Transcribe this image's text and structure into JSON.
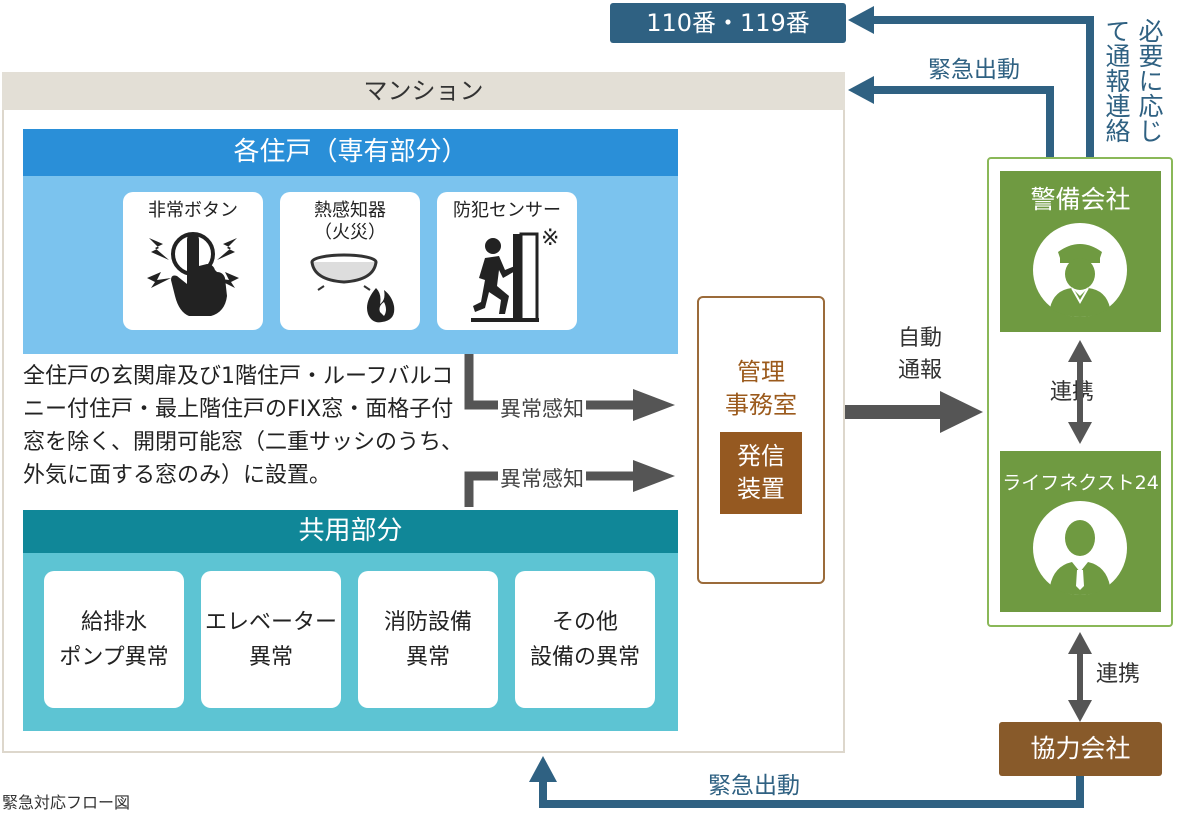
{
  "mansion": {
    "title": "マンション"
  },
  "private_area": {
    "title": "各住戸（専有部分）",
    "devices": [
      {
        "label": "非常ボタン",
        "icon": "emergency-button-icon"
      },
      {
        "label": "熱感知器\n（火災）",
        "icon": "heat-detector-icon"
      },
      {
        "label": "防犯センサー",
        "icon": "security-sensor-icon",
        "mark": "※"
      }
    ],
    "note": "全住戸の玄関扉及び1階住戸・ルーフバルコニー付住戸・最上階住戸のFIX窓・面格子付窓を除く、開閉可能窓（二重サッシのうち、外気に面する窓のみ）に設置。"
  },
  "common_area": {
    "title": "共用部分",
    "items": [
      {
        "label": "給排水\nポンプ異常"
      },
      {
        "label": "エレベーター\n異常"
      },
      {
        "label": "消防設備\n異常"
      },
      {
        "label": "その他\n設備の異常"
      }
    ]
  },
  "detect_labels": [
    "異常感知",
    "異常感知"
  ],
  "management": {
    "title": "管理\n事務室",
    "device": "発信\n装置"
  },
  "auto_report": "自動\n通報",
  "security_company": {
    "title": "警備会社",
    "icon": "security-guard-icon"
  },
  "lifenext": {
    "title": "ライフネクスト24",
    "icon": "operator-person-icon"
  },
  "renkei_labels": [
    "連携",
    "連携"
  ],
  "partner": {
    "title": "協力会社"
  },
  "police_fire": {
    "title": "110番・119番"
  },
  "emergency_dispatch": [
    "緊急出動",
    "緊急出動"
  ],
  "contact_note": "必要に応じて通報連絡",
  "caption": "緊急対応フロー図",
  "colors": {
    "private_header": "#2a8fd8",
    "private_body": "#7bc3ee",
    "common_header": "#108798",
    "common_body": "#5dc4d3",
    "management": "#955921",
    "security": "#6f9a41",
    "police": "#2f6182",
    "arrow_gray": "#555555"
  }
}
